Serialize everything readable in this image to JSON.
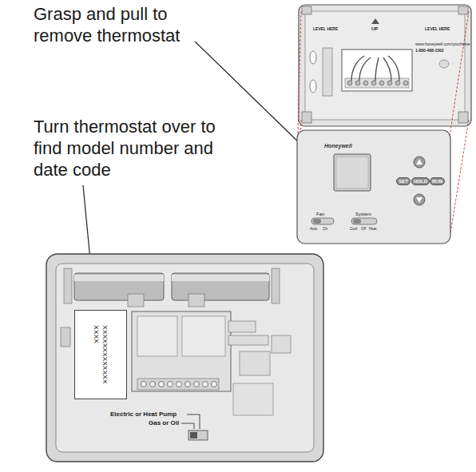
{
  "diagram": {
    "nodes": [
      {
        "text": [
          "SET"
        ]
      },
      {
        "text": [
          "HOLD"
        ]
      },
      {
        "text": [
          "RUN"
        ]
      },
      {
        "text": [
          "XXXXXXXXXXXXX",
          "XXXX"
        ]
      }
    ],
    "labels": [
      "Grasp and pull to remove thermostat",
      "Turn thermostat over to find model number and date code",
      "LEVEL HERE",
      "UP",
      "LEVEL HERE",
      "www.honeywell.com/yourhome",
      "1-800-468-1502",
      "Honeywell",
      "Fan",
      "Auto",
      "On",
      "System",
      "Cool",
      "Off",
      "Heat",
      "Electric or Heat Pump",
      "Gas or Oil"
    ]
  }
}
